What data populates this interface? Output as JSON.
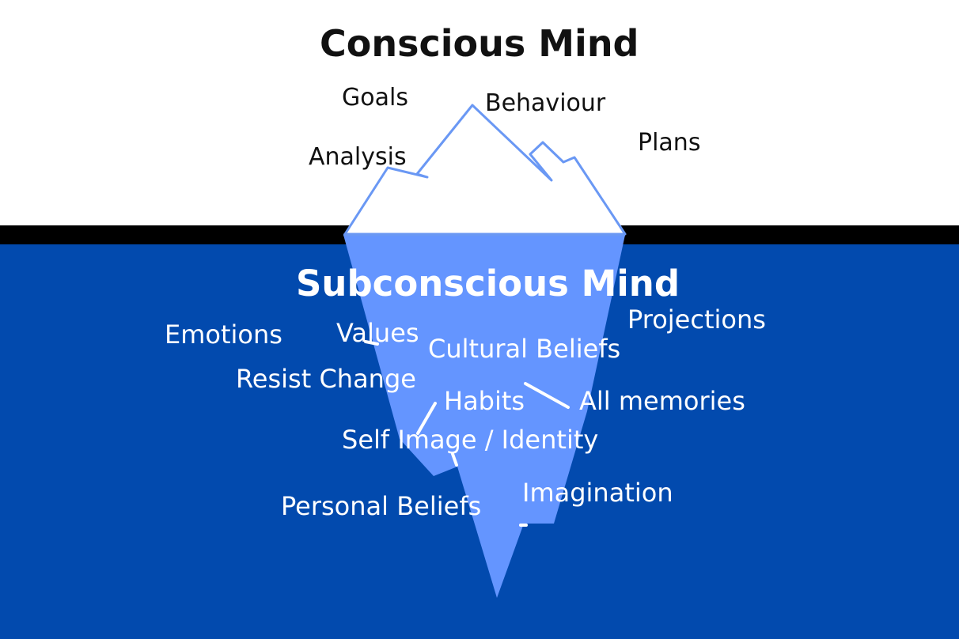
{
  "titles": {
    "conscious": "Conscious Mind",
    "subconscious": "Subconscious Mind"
  },
  "conscious_items": {
    "goals": "Goals",
    "behaviour": "Behaviour",
    "analysis": "Analysis",
    "plans": "Plans"
  },
  "subconscious_items": {
    "emotions": "Emotions",
    "values": "Values",
    "cultural_beliefs": "Cultural Beliefs",
    "projections": "Projections",
    "resist_change": "Resist Change",
    "habits": "Habits",
    "all_memories": "All memories",
    "self_image": "Self Image / Identity",
    "imagination": "Imagination",
    "personal_beliefs": "Personal Beliefs"
  },
  "colors": {
    "sky": "#ffffff",
    "water": "#024aae",
    "waterline": "#000000",
    "iceberg_tip_outline": "#6a98f4",
    "iceberg_submerged": "#6495ff",
    "dark_text": "#111111",
    "light_text": "#ffffff"
  }
}
